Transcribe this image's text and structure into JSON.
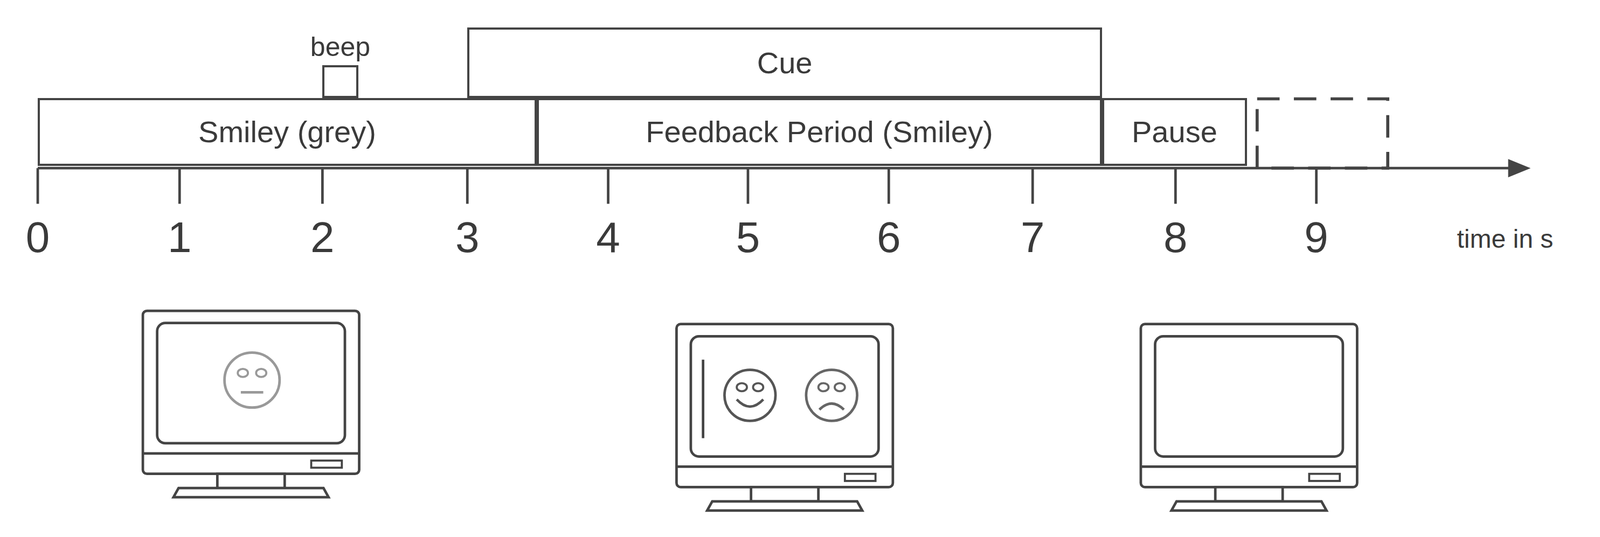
{
  "diagram": {
    "nodes": [
      {
        "text": [
          "beep"
        ]
      },
      {
        "text": [
          "Cue"
        ]
      },
      {
        "text": [
          "Smiley (grey)"
        ]
      },
      {
        "text": [
          "Feedback Period (Smiley)"
        ]
      },
      {
        "text": [
          "Pause"
        ]
      }
    ],
    "labels": [
      "0",
      "1",
      "2",
      "3",
      "4",
      "5",
      "6",
      "7",
      "8",
      "9",
      "time in s"
    ]
  }
}
